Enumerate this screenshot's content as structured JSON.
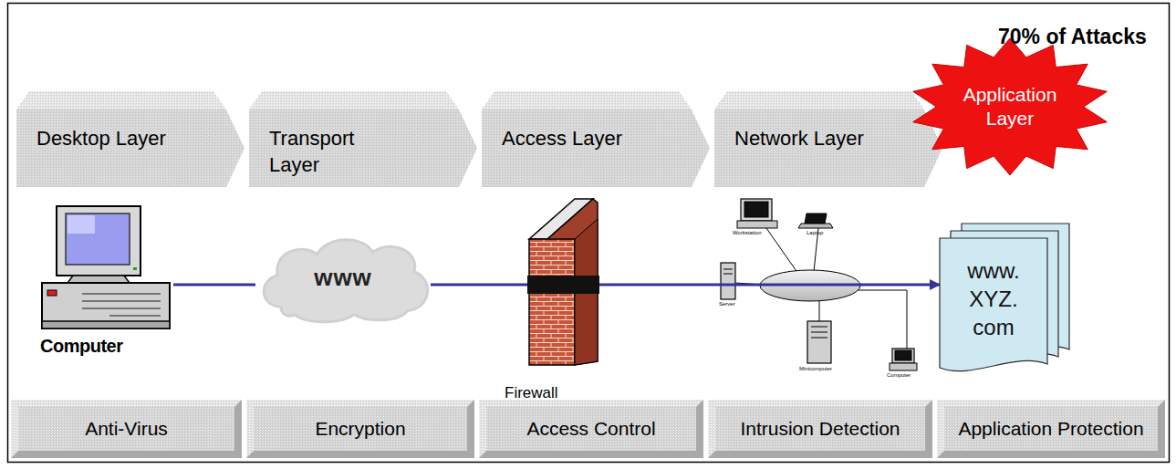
{
  "diagram": {
    "nodes": [
      {
        "text": [
          "Desktop Layer"
        ]
      },
      {
        "text": [
          "Transport Layer"
        ]
      },
      {
        "text": [
          "Access Layer"
        ]
      },
      {
        "text": [
          "Network Layer"
        ]
      },
      {
        "text": [
          "Application Layer"
        ]
      },
      {
        "text": [
          "Computer"
        ]
      },
      {
        "text": [
          "www"
        ]
      },
      {
        "text": [
          "Firewall"
        ]
      },
      {
        "text": [
          "www. XYZ. com"
        ]
      },
      {
        "text": [
          "Anti-Virus"
        ]
      },
      {
        "text": [
          "Encryption"
        ]
      },
      {
        "text": [
          "Access Control"
        ]
      },
      {
        "text": [
          "Intrusion Detection"
        ]
      },
      {
        "text": [
          "Application Protection"
        ]
      }
    ],
    "edges": [
      {
        "from": 5,
        "to": 6,
        "arrow": "none"
      },
      {
        "from": 6,
        "to": 7,
        "arrow": "none"
      },
      {
        "from": 7,
        "to": 8,
        "arrow": "to"
      }
    ],
    "labels": [
      "70% of Attacks",
      "Workstation",
      "Laptop",
      "Server",
      "Minicomputer",
      "Computer"
    ]
  }
}
